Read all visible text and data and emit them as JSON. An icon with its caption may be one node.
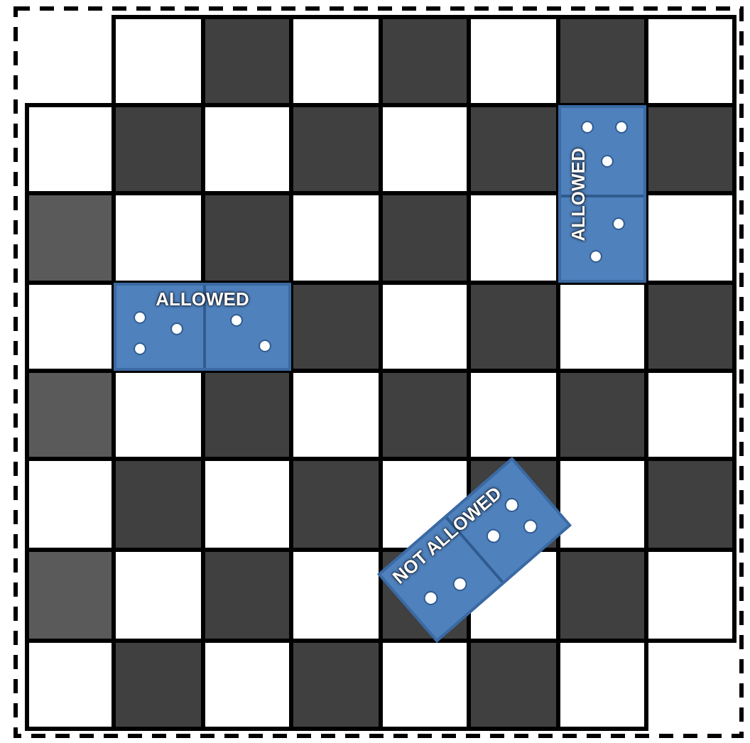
{
  "diagram": {
    "nodes": [
      {
        "text": [
          "ALLOWED"
        ]
      },
      {
        "text": [
          "ALLOWED"
        ]
      },
      {
        "text": [
          "NOT ALLOWED"
        ]
      }
    ]
  }
}
